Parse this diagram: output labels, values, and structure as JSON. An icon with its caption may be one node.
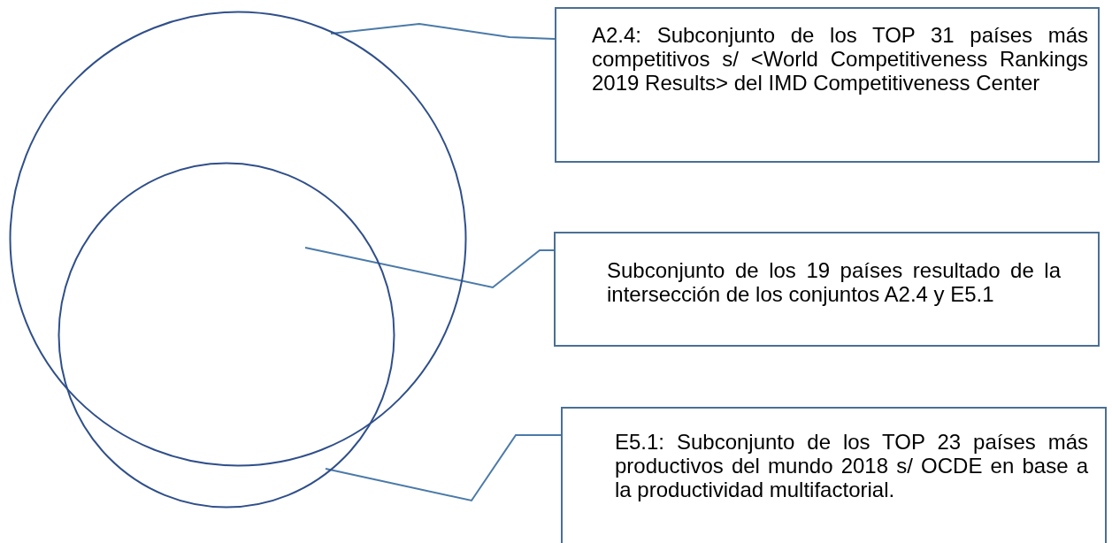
{
  "diagram": {
    "nodes": [
      {
        "text": [],
        "shape": "circle"
      },
      {
        "text": [],
        "shape": "circle"
      },
      {
        "text": [
          "A2.4: Subconjunto de los TOP 31 países más competitivos s/ <World Competitiveness Rankings 2019 Results> del IMD Competitiveness Center"
        ]
      },
      {
        "text": [
          "Subconjunto de los 19 países resultado de la intersección de los conjuntos A2.4 y E5.1"
        ]
      },
      {
        "text": [
          "E5.1: Subconjunto de los TOP 23 países más productivos del mundo 2018 s/ OCDE en base a la productividad multifactorial."
        ]
      }
    ],
    "edges": [
      {
        "from": 2,
        "to": 0,
        "arrow": "none"
      },
      {
        "from": 3,
        "to": 1,
        "arrow": "none"
      },
      {
        "from": 4,
        "to": 1,
        "arrow": "none"
      }
    ]
  }
}
